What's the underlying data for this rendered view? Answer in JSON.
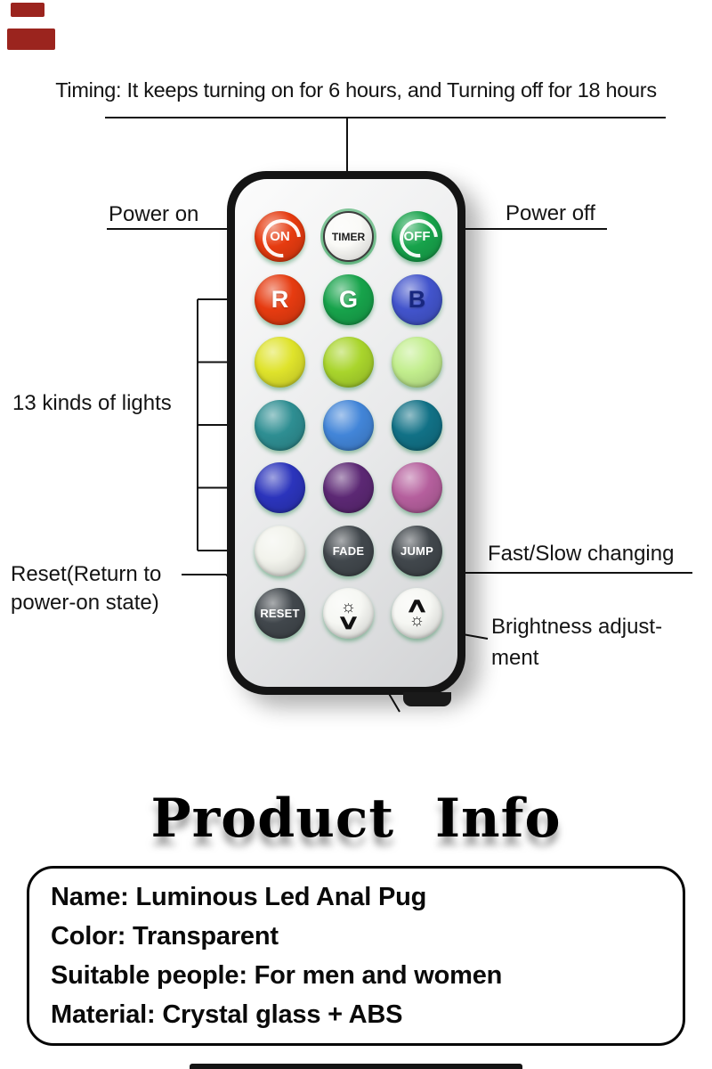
{
  "annotations": {
    "timing": "Timing: It keeps turning on for 6 hours, and Turning off for 18 hours",
    "power_on": "Power on",
    "power_off": "Power off",
    "lights": "13 kinds of lights",
    "reset_line1": "Reset(Return to",
    "reset_line2": "power-on state)",
    "fast_slow": "Fast/Slow changing",
    "brightness_line1": "Brightness adjust-",
    "brightness_line2": "ment"
  },
  "remote": {
    "frame_color": "#141414",
    "body_color_top": "#fcfcfc",
    "body_color_bottom": "#d2d3d5",
    "buttons": [
      {
        "name": "power-on-button",
        "kind": "swirl",
        "label": "ON",
        "bg": "#e63b10",
        "fg": "#ffffff"
      },
      {
        "name": "timer-button",
        "kind": "timer",
        "label": "TIMER",
        "bg": "#fafaf7",
        "fg": "#1c1c1c"
      },
      {
        "name": "power-off-button",
        "kind": "swirl",
        "label": "OFF",
        "bg": "#17a34b",
        "fg": "#ffffff"
      },
      {
        "name": "red-button",
        "kind": "letter",
        "label": "R",
        "bg": "#e63b10",
        "fg": "#ffffff"
      },
      {
        "name": "green-button",
        "kind": "letter",
        "label": "G",
        "bg": "#17a34b",
        "fg": "#ffffff"
      },
      {
        "name": "blue-button",
        "kind": "letter",
        "label": "B",
        "bg": "#4254cc",
        "fg": "#18277f"
      },
      {
        "name": "color-yellow-button",
        "kind": "plain",
        "bg": "#dfe32b"
      },
      {
        "name": "color-yellow-green-button",
        "kind": "plain",
        "bg": "#a9d52c"
      },
      {
        "name": "color-light-green-button",
        "kind": "plain",
        "bg": "#c2ee8d"
      },
      {
        "name": "color-teal-button",
        "kind": "plain",
        "bg": "#2e8e92"
      },
      {
        "name": "color-blue-button",
        "kind": "plain",
        "bg": "#4285d8"
      },
      {
        "name": "color-dark-teal-button",
        "kind": "plain",
        "bg": "#117186"
      },
      {
        "name": "color-navy-button",
        "kind": "plain",
        "bg": "#2b34bc"
      },
      {
        "name": "color-purple-button",
        "kind": "plain",
        "bg": "#5c2874"
      },
      {
        "name": "color-pink-button",
        "kind": "plain",
        "bg": "#b55f9d"
      },
      {
        "name": "color-white-button",
        "kind": "plain",
        "bg": "#f2f3ec"
      },
      {
        "name": "fade-button",
        "kind": "text",
        "label": "FADE",
        "bg": "#41474c",
        "fg": "#ffffff"
      },
      {
        "name": "jump-button",
        "kind": "text",
        "label": "JUMP",
        "bg": "#41474c",
        "fg": "#ffffff"
      },
      {
        "name": "reset-button",
        "kind": "text",
        "label": "RESET",
        "bg": "#41474c",
        "fg": "#ffffff"
      },
      {
        "name": "brightness-down-button",
        "kind": "bright_down",
        "bg": "#f6f7f3"
      },
      {
        "name": "brightness-up-button",
        "kind": "bright_up",
        "bg": "#f6f7f3"
      }
    ]
  },
  "product_info": {
    "title": "Product Info",
    "lines": [
      "Name: Luminous Led Anal Pug",
      "Color: Transparent",
      "Suitable people: For men and women",
      "Material: Crystal glass + ABS"
    ]
  }
}
